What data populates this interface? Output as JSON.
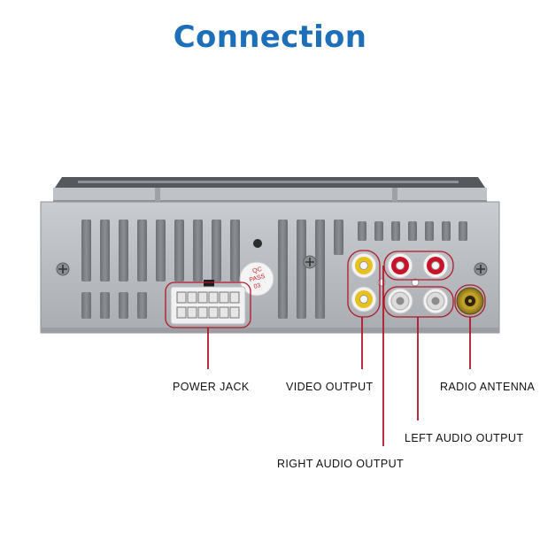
{
  "title": "Connection",
  "stamp": {
    "line1": "QC",
    "line2": "PASS",
    "line3": "03"
  },
  "labels": {
    "power_jack": "POWER JACK",
    "video_output": "VIDEO OUTPUT",
    "radio_antenna": "RADIO ANTENNA",
    "left_audio_output": "LEFT AUDIO OUTPUT",
    "right_audio_output": "RIGHT AUDIO OUTPUT"
  },
  "colors": {
    "title": "#1c6fb8",
    "leader_line": "#b0182a",
    "panel": "#b9bdc2",
    "rca_yellow": "#e8c21a",
    "rca_red": "#c8142a",
    "rca_white": "#eeeeee"
  }
}
